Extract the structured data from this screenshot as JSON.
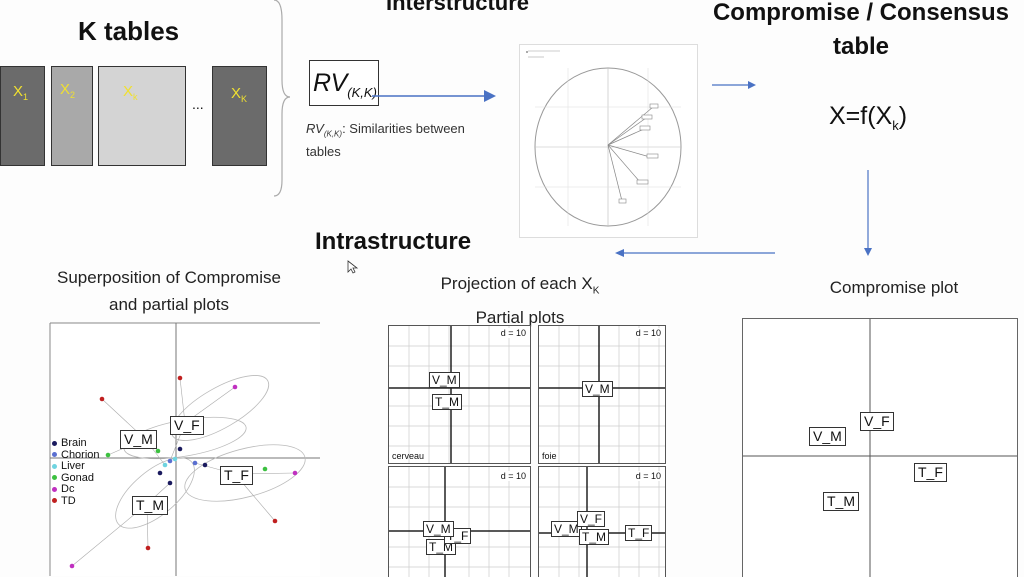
{
  "ktables": {
    "title": "K tables",
    "tables": [
      {
        "label": "X",
        "sub": "1"
      },
      {
        "label": "X",
        "sub": "2"
      },
      {
        "label": "X",
        "sub": "k"
      },
      {
        "label": "X",
        "sub": "K"
      }
    ],
    "ellipsis": "..."
  },
  "rv": {
    "main": "RV",
    "sub": "(K,K)",
    "desc_main": "RV",
    "desc_sub": "(K,K)",
    "desc_text": ": Similarities between tables"
  },
  "interstructure": {
    "title": "Interstructure"
  },
  "compromise": {
    "title_line1": "Compromise / Consensus",
    "title_line2": "table",
    "formula_main": "X=f(X",
    "formula_sub": "k",
    "formula_end": ")"
  },
  "intrastructure": {
    "title": "Intrastructure"
  },
  "superposition": {
    "caption_line1": "Superposition of Compromise",
    "caption_line2": "and partial plots",
    "labels": [
      "V_M",
      "V_F",
      "T_F",
      "T_M"
    ],
    "legend": [
      {
        "name": "Brain",
        "color": "#1a1a5e"
      },
      {
        "name": "Chorion",
        "color": "#5a6fd0"
      },
      {
        "name": "Liver",
        "color": "#6fd4e0"
      },
      {
        "name": "Gonad",
        "color": "#3cc040"
      },
      {
        "name": "Dc",
        "color": "#c030c0"
      },
      {
        "name": "TD",
        "color": "#c02020"
      }
    ]
  },
  "projection": {
    "caption_line1_main": "Projection of each X",
    "caption_line1_sub": "K",
    "caption_line2": "Partial plots",
    "d_label": "d = 10",
    "panel_names": [
      "cerveau",
      "foie"
    ],
    "labels": [
      "V_M",
      "T_M",
      "T_F",
      "V_F"
    ]
  },
  "compromise_plot": {
    "caption": "Compromise plot",
    "labels": [
      "V_M",
      "V_F",
      "T_F",
      "T_M"
    ]
  },
  "colors": {
    "arrow": "#4a72c4",
    "dark_table": "#6b6b6b",
    "mid_table": "#a9a9a9",
    "light_table": "#d4d4d4"
  }
}
